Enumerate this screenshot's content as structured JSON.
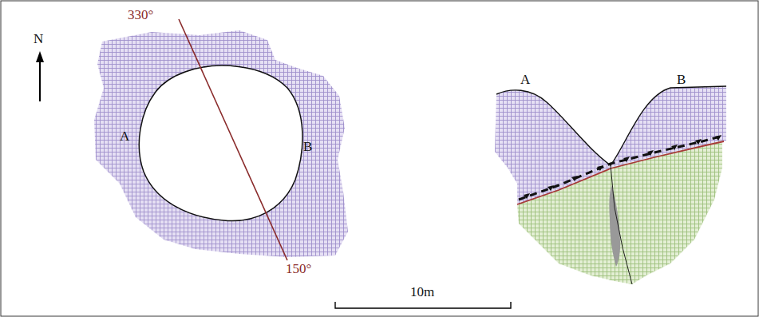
{
  "diagram": {
    "labels": [
      "N",
      "330°",
      "150°",
      "A",
      "B",
      "A",
      "B",
      "10m"
    ]
  }
}
